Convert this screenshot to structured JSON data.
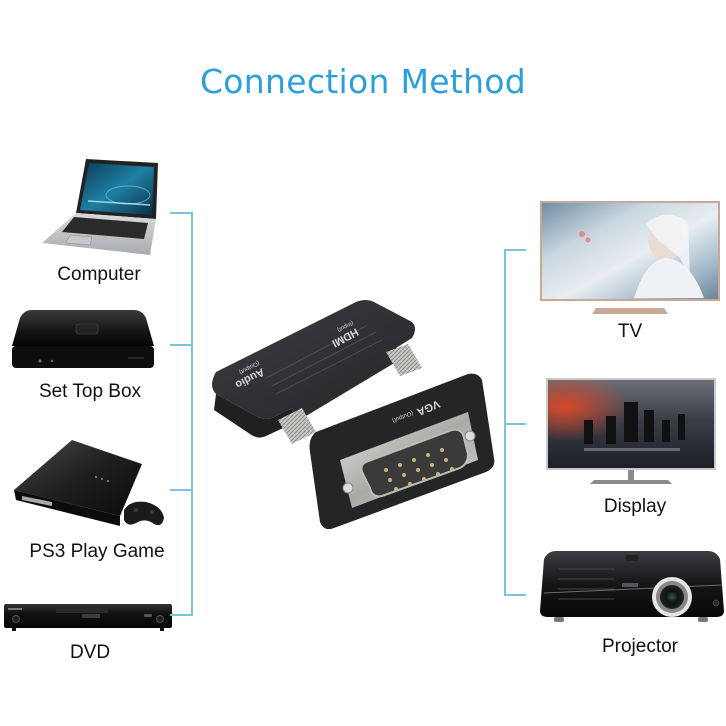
{
  "title": "Connection Method",
  "colors": {
    "title": "#2a9fdc",
    "bracket": "#7cc3dc",
    "label": "#111111",
    "adapter_body": "#2f3133"
  },
  "sources": [
    {
      "label": "Computer",
      "icon": "laptop-icon"
    },
    {
      "label": "Set Top Box",
      "icon": "set-top-box-icon"
    },
    {
      "label": "PS3 Play Game",
      "icon": "game-console-icon"
    },
    {
      "label": "DVD",
      "icon": "dvd-player-icon"
    }
  ],
  "outputs": [
    {
      "label": "TV",
      "icon": "tv-icon"
    },
    {
      "label": "Display",
      "icon": "monitor-icon"
    },
    {
      "label": "Projector",
      "icon": "projector-icon"
    }
  ],
  "adapter": {
    "port_hdmi": "HDMI",
    "port_hdmi_sub": "(Input)",
    "port_audio": "Audio",
    "port_audio_sub": "(Output)",
    "port_vga": "VGA",
    "port_vga_sub": "(Output)"
  }
}
